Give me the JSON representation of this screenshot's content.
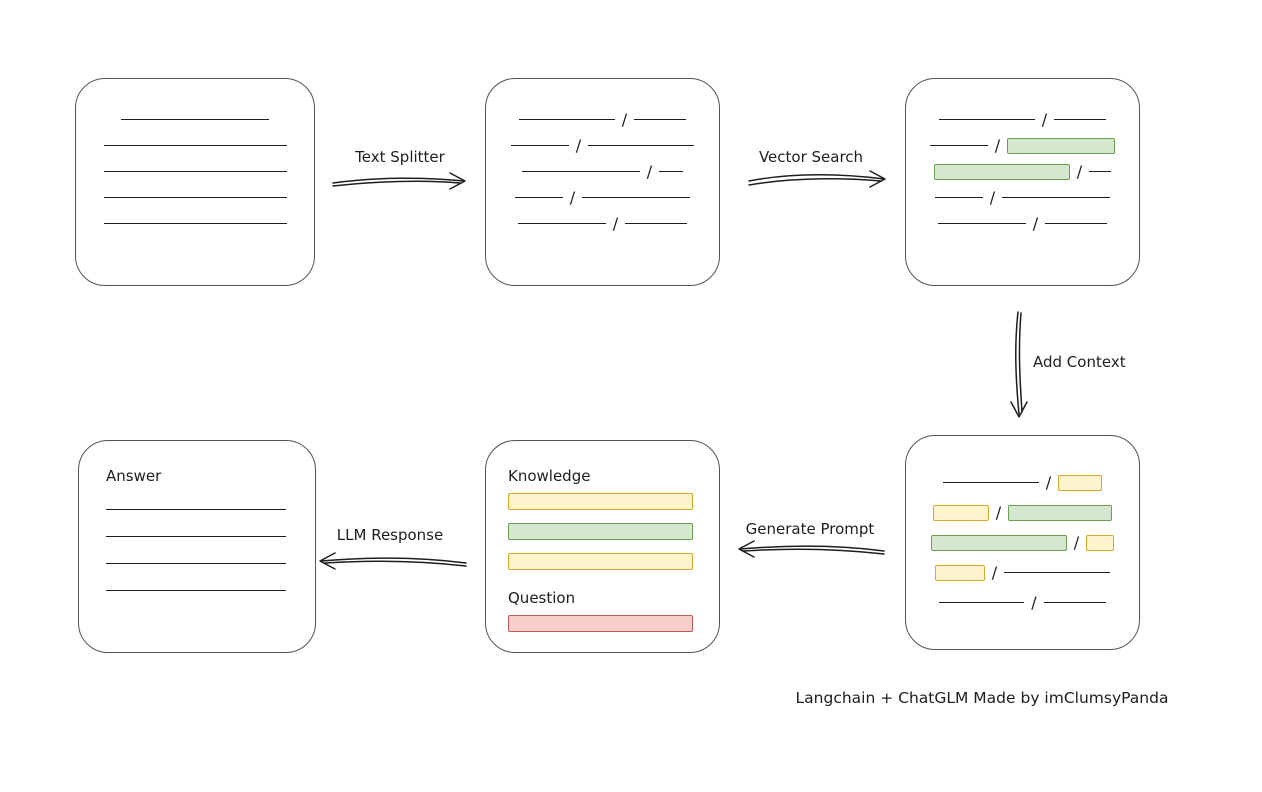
{
  "diagram": {
    "slash": "/",
    "caption": "Langchain + ChatGLM Made by imClumsyPanda",
    "arrows": {
      "text_splitter": "Text Splitter",
      "vector_search": "Vector Search",
      "add_context": "Add Context",
      "generate_prompt": "Generate Prompt",
      "llm_response": "LLM Response"
    },
    "prompt_box": {
      "knowledge_label": "Knowledge",
      "question_label": "Question",
      "knowledge_bars": [
        "yellow",
        "green",
        "yellow"
      ],
      "question_bars": [
        "red"
      ]
    },
    "answer_box": {
      "label": "Answer",
      "rows": [
        [
          {
            "t": "line",
            "w": 180
          }
        ],
        [
          {
            "t": "line",
            "w": 180
          }
        ],
        [
          {
            "t": "line",
            "w": 180
          }
        ],
        [
          {
            "t": "line",
            "w": 180
          }
        ]
      ]
    },
    "colors": {
      "stroke": "#1e1e1e",
      "box_border": "#545454",
      "green_fill": "#d5e8cf",
      "green_border": "#6b9e53",
      "yellow_fill": "#fdf3cd",
      "yellow_border": "#d9a62e",
      "red_fill": "#f6cfcb",
      "red_border": "#c45959"
    },
    "boxes": {
      "document": {
        "rows": [
          [
            {
              "t": "line",
              "w": 148
            }
          ],
          [
            {
              "t": "line",
              "w": 183
            }
          ],
          [
            {
              "t": "line",
              "w": 183
            }
          ],
          [
            {
              "t": "line",
              "w": 183
            }
          ],
          [
            {
              "t": "line",
              "w": 183
            }
          ]
        ]
      },
      "chunks": {
        "rows": [
          [
            {
              "t": "line",
              "w": 96
            },
            {
              "t": "slash"
            },
            {
              "t": "line",
              "w": 52
            }
          ],
          [
            {
              "t": "line",
              "w": 58
            },
            {
              "t": "slash"
            },
            {
              "t": "line",
              "w": 106
            }
          ],
          [
            {
              "t": "line",
              "w": 118
            },
            {
              "t": "slash"
            },
            {
              "t": "line",
              "w": 24
            }
          ],
          [
            {
              "t": "line",
              "w": 48
            },
            {
              "t": "slash"
            },
            {
              "t": "line",
              "w": 108
            }
          ],
          [
            {
              "t": "line",
              "w": 88
            },
            {
              "t": "slash"
            },
            {
              "t": "line",
              "w": 62
            }
          ]
        ]
      },
      "matched_chunks": {
        "rows": [
          [
            {
              "t": "line",
              "w": 96
            },
            {
              "t": "slash"
            },
            {
              "t": "line",
              "w": 52
            }
          ],
          [
            {
              "t": "line",
              "w": 58
            },
            {
              "t": "slash"
            },
            {
              "t": "green",
              "w": 108
            }
          ],
          [
            {
              "t": "green",
              "w": 136
            },
            {
              "t": "slash"
            },
            {
              "t": "line",
              "w": 22
            }
          ],
          [
            {
              "t": "line",
              "w": 48
            },
            {
              "t": "slash"
            },
            {
              "t": "line",
              "w": 108
            }
          ],
          [
            {
              "t": "line",
              "w": 88
            },
            {
              "t": "slash"
            },
            {
              "t": "line",
              "w": 62
            }
          ]
        ]
      },
      "context_chunks": {
        "rows": [
          [
            {
              "t": "line",
              "w": 96
            },
            {
              "t": "slash"
            },
            {
              "t": "yellow",
              "w": 44
            }
          ],
          [
            {
              "t": "yellow",
              "w": 56
            },
            {
              "t": "slash"
            },
            {
              "t": "green",
              "w": 104
            }
          ],
          [
            {
              "t": "green",
              "w": 136
            },
            {
              "t": "slash"
            },
            {
              "t": "yellow",
              "w": 28
            }
          ],
          [
            {
              "t": "yellow",
              "w": 50
            },
            {
              "t": "slash"
            },
            {
              "t": "line",
              "w": 106
            }
          ],
          [
            {
              "t": "line",
              "w": 85
            },
            {
              "t": "slash"
            },
            {
              "t": "line",
              "w": 62
            }
          ]
        ]
      }
    }
  }
}
